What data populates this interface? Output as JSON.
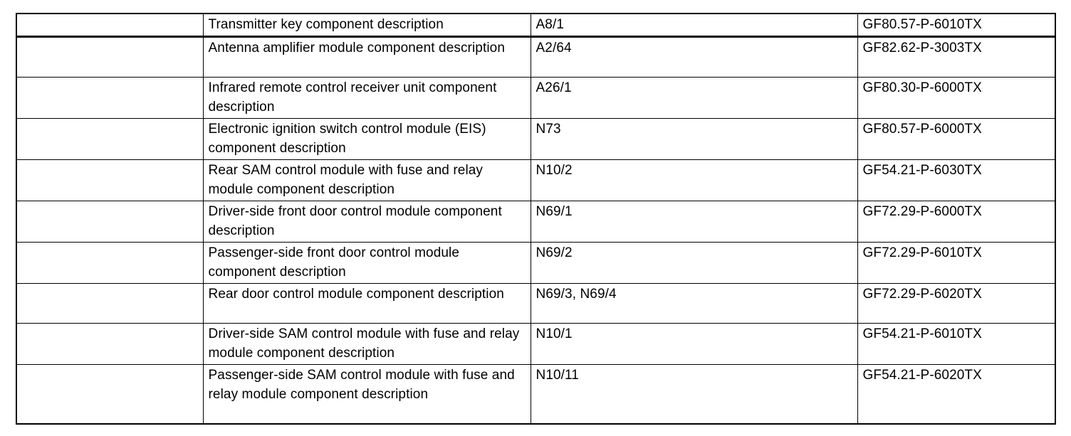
{
  "colors": {
    "background": "#ffffff",
    "text": "#000000",
    "border": "#000000"
  },
  "rows": [
    {
      "description": "Transmitter key component description",
      "code": "A8/1",
      "document": "GF80.57-P-6010TX"
    },
    {
      "description": "Antenna amplifier module component description",
      "code": "A2/64",
      "document": "GF82.62-P-3003TX"
    },
    {
      "description": "Infrared remote control receiver unit component description",
      "code": "A26/1",
      "document": "GF80.30-P-6000TX"
    },
    {
      "description": "Electronic ignition switch control module (EIS) component description",
      "code": "N73",
      "document": "GF80.57-P-6000TX"
    },
    {
      "description": "Rear SAM control module with fuse and relay module component description",
      "code": "N10/2",
      "document": "GF54.21-P-6030TX"
    },
    {
      "description": "Driver-side front door control module component description",
      "code": "N69/1",
      "document": "GF72.29-P-6000TX"
    },
    {
      "description": "Passenger-side front door control module component description",
      "code": "N69/2",
      "document": "GF72.29-P-6010TX"
    },
    {
      "description": "Rear door control module component description",
      "code": "N69/3, N69/4",
      "document": "GF72.29-P-6020TX"
    },
    {
      "description": "Driver-side SAM control module with fuse and relay module component description",
      "code": "N10/1",
      "document": "GF54.21-P-6010TX"
    },
    {
      "description": "Passenger-side SAM control module with fuse and relay module component description",
      "code": "N10/11",
      "document": "GF54.21-P-6020TX"
    }
  ]
}
